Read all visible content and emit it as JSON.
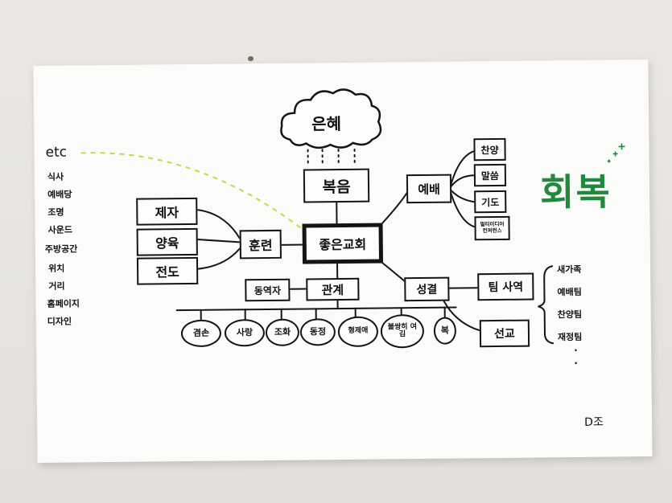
{
  "cloud": {
    "label": "은혜"
  },
  "center": {
    "label": "좋은교회"
  },
  "gospel": {
    "label": "복음"
  },
  "training": {
    "label": "훈련",
    "children": [
      "제자",
      "양육",
      "전도"
    ]
  },
  "worship": {
    "label": "예배",
    "children": [
      "찬양",
      "말씀",
      "기도",
      "멀티미디어 컨퍼런스"
    ]
  },
  "relationship": {
    "label": "관계",
    "partner": "동역자",
    "children": [
      "겸손",
      "사랑",
      "조화",
      "동정",
      "형제애",
      "불쌍히 여김",
      "복"
    ]
  },
  "holiness": {
    "label": "성결",
    "team_ministry": "팀 사역",
    "mission": "선교"
  },
  "team_list": [
    "새가족",
    "예배팀",
    "찬양팀",
    "재정팀",
    "·",
    "·"
  ],
  "recovery": {
    "label": "회복",
    "color": "#1f8a3c"
  },
  "etc": {
    "label": "etc",
    "items": [
      "식사",
      "예배당",
      "조명",
      "사운드",
      "주방공간",
      "위치",
      "거리",
      "홈페이지",
      "디자인"
    ]
  },
  "group": {
    "label": "D조"
  }
}
